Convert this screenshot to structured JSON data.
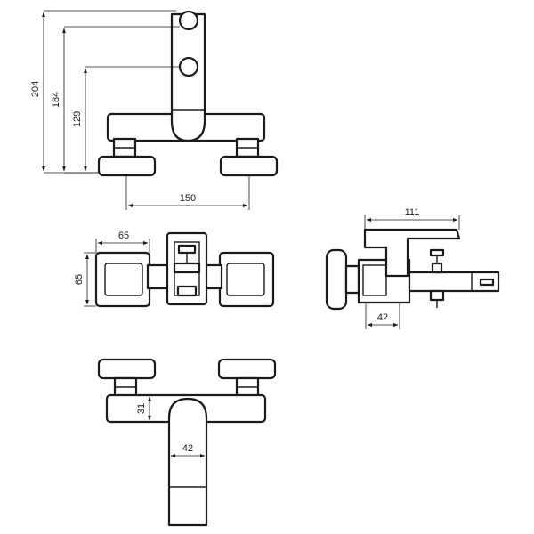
{
  "colors": {
    "line": "#1a1a1a",
    "background": "#ffffff"
  },
  "dimensions": {
    "front_height_overall": "204",
    "front_height_handle": "184",
    "front_height_outlet": "129",
    "front_width_centers": "150",
    "top_width_handle": "65",
    "top_depth_handle": "65",
    "side_depth_overall": "111",
    "side_depth_body": "42",
    "bottom_body_height": "31",
    "bottom_lever_width": "42"
  }
}
